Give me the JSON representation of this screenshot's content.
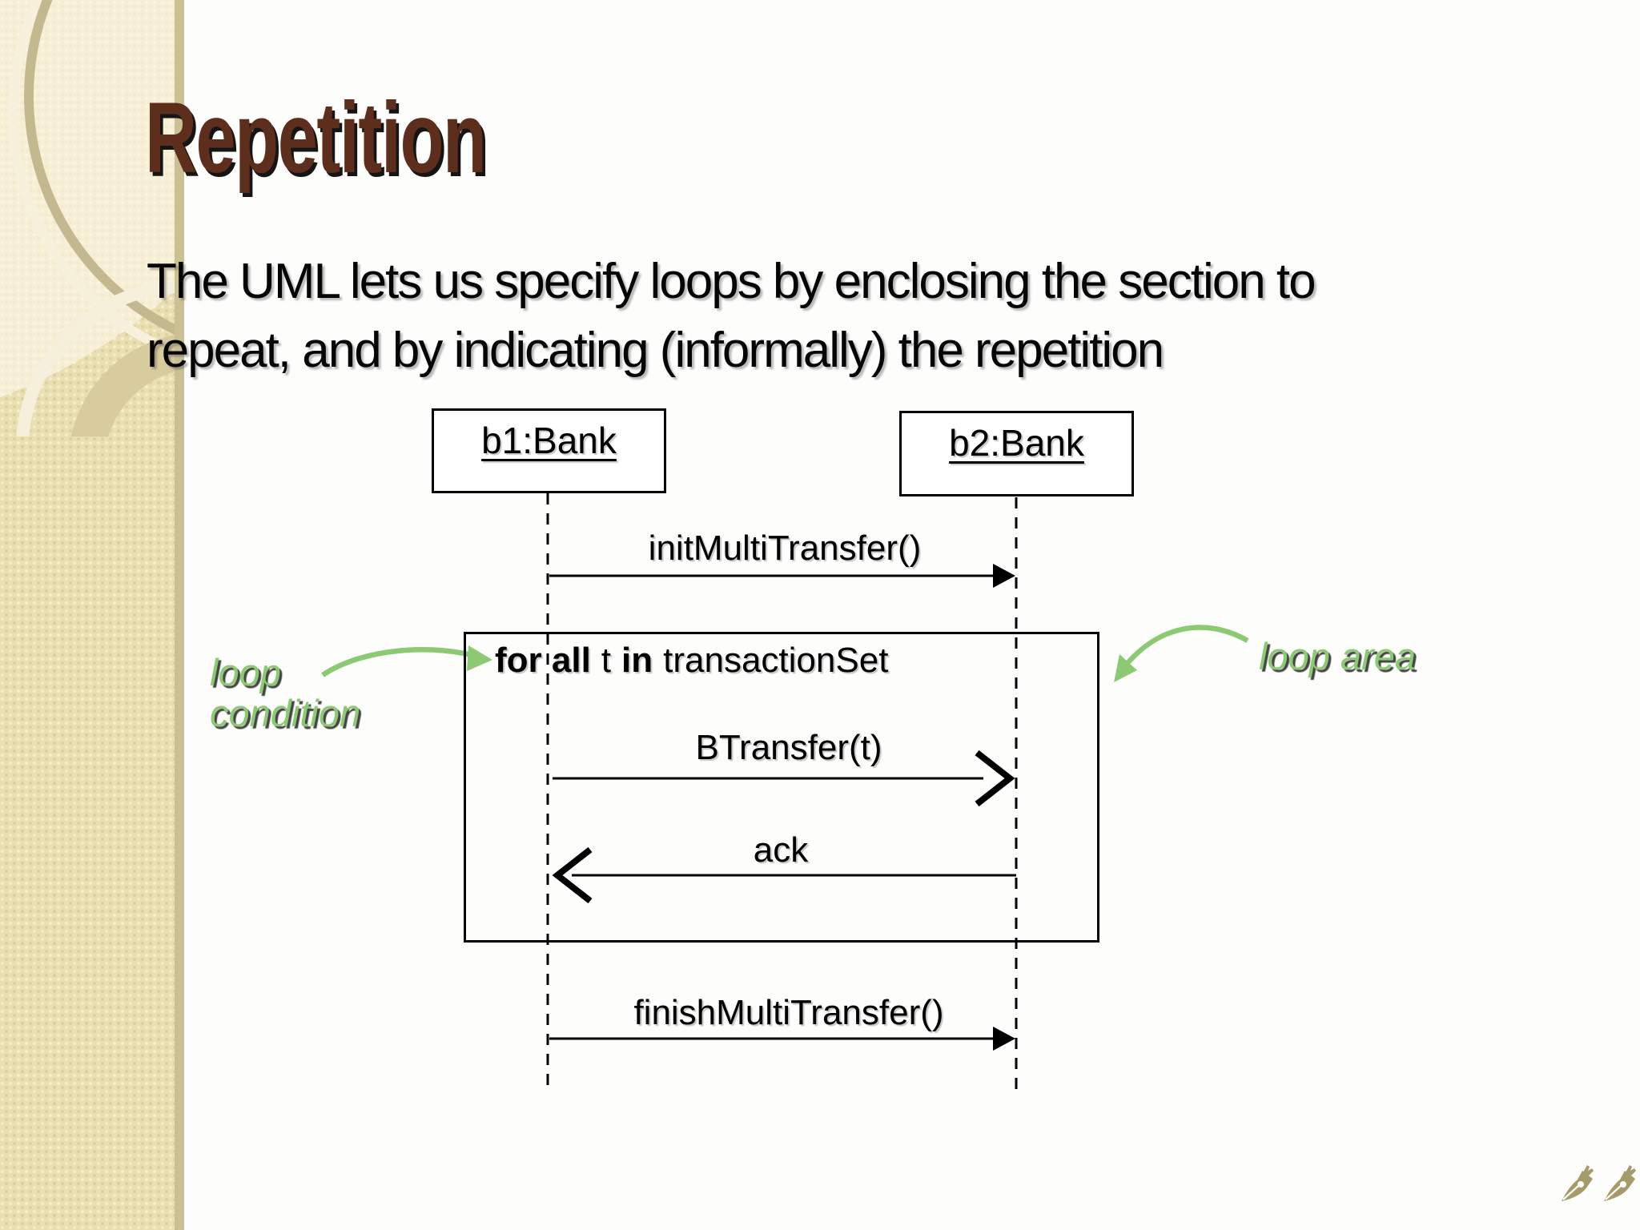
{
  "slide": {
    "title": "Repetition",
    "body_lines": [
      "The UML lets us specify loops by enclosing the section to",
      "repeat, and by indicating (informally) the repetition"
    ]
  },
  "diagram": {
    "objects": [
      {
        "label": "b1:Bank"
      },
      {
        "label": "b2:Bank"
      }
    ],
    "loop_guard": {
      "bold1": "for all",
      "plain1": "t",
      "bold2": "in",
      "plain2": "transactionSet"
    },
    "messages": {
      "init": "initMultiTransfer()",
      "btransfer": "BTransfer(t)",
      "ack": "ack",
      "finish": "finishMultiTransfer()"
    },
    "annotations": {
      "loop_condition_lines": [
        "loop",
        "condition"
      ],
      "loop_area": "loop area"
    }
  },
  "icons": {
    "bottom_right": [
      "pen-nib-icon",
      "pen-nib-icon"
    ]
  },
  "colors": {
    "title_brown": "#5d2e1c",
    "annotation_green": "#8cc973",
    "sidebar_tan": "#e9dfb0",
    "sidebar_edge": "#cbbf94",
    "pen_icon_tan": "#a69a69",
    "diagram_black": "#000000"
  }
}
